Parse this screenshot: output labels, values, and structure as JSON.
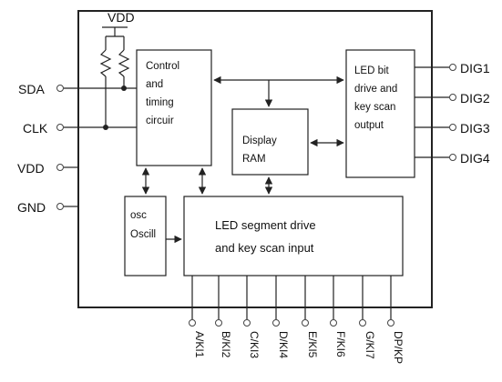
{
  "supply_label": "VDD",
  "left_pins": [
    "SDA",
    "CLK",
    "VDD",
    "GND"
  ],
  "right_pins": [
    "DIG1",
    "DIG2",
    "DIG3",
    "DIG4"
  ],
  "bottom_pins": [
    "A/KI1",
    "B/KI2",
    "C/KI3",
    "D/KI4",
    "E/KI5",
    "F/KI6",
    "G/KI7",
    "DP/KP"
  ],
  "blocks": {
    "control": [
      "Control",
      "and",
      "timing",
      "circuir"
    ],
    "led_bit": [
      "LED bit",
      "drive and",
      "key scan",
      "output"
    ],
    "ram": [
      "Display",
      "RAM"
    ],
    "osc": [
      "osc",
      "Oscill"
    ],
    "segment": [
      "LED segment drive",
      "and key scan input"
    ]
  }
}
